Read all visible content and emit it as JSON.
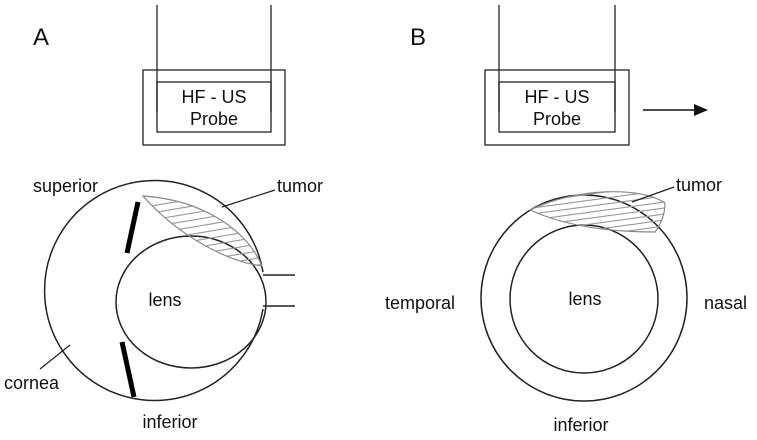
{
  "panel_a": {
    "letter": "A",
    "probe_line1": "HF - US",
    "probe_line2": "Probe",
    "labels": {
      "superior": "superior",
      "tumor": "tumor",
      "lens": "lens",
      "cornea": "cornea",
      "inferior": "inferior"
    }
  },
  "panel_b": {
    "letter": "B",
    "probe_line1": "HF - US",
    "probe_line2": "Probe",
    "labels": {
      "tumor": "tumor",
      "lens": "lens",
      "temporal": "temporal",
      "nasal": "nasal",
      "inferior": "inferior"
    }
  }
}
